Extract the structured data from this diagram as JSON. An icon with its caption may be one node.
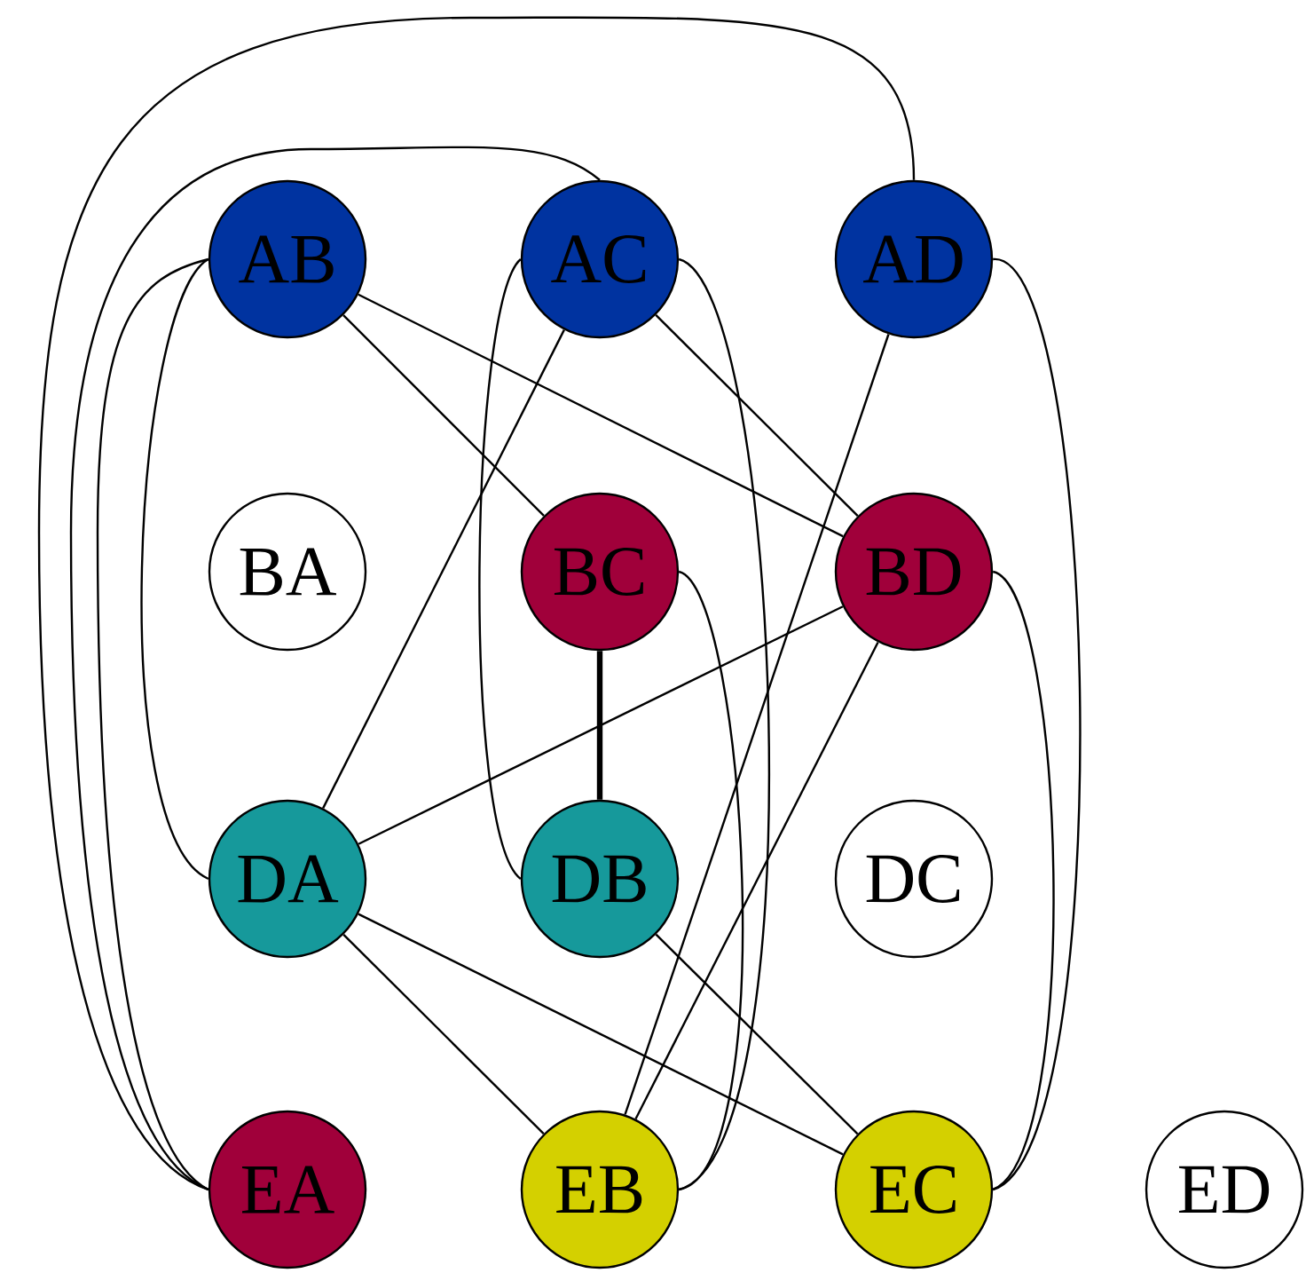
{
  "diagram": {
    "nodes": [
      {
        "text": [
          "AB"
        ]
      },
      {
        "text": [
          "AC"
        ]
      },
      {
        "text": [
          "AD"
        ]
      },
      {
        "text": [
          "BA"
        ]
      },
      {
        "text": [
          "BC"
        ]
      },
      {
        "text": [
          "BD"
        ]
      },
      {
        "text": [
          "DA"
        ]
      },
      {
        "text": [
          "DB"
        ]
      },
      {
        "text": [
          "DC"
        ]
      },
      {
        "text": [
          "EA"
        ]
      },
      {
        "text": [
          "EB"
        ]
      },
      {
        "text": [
          "EC"
        ]
      },
      {
        "text": [
          "ED"
        ]
      }
    ],
    "edges": [
      {
        "from": 2,
        "to": 9,
        "arrow": "none"
      },
      {
        "from": 1,
        "to": 9,
        "arrow": "none"
      },
      {
        "from": 0,
        "to": 9,
        "arrow": "none"
      },
      {
        "from": 0,
        "to": 6,
        "arrow": "none"
      },
      {
        "from": 0,
        "to": 4,
        "arrow": "none"
      },
      {
        "from": 0,
        "to": 5,
        "arrow": "none"
      },
      {
        "from": 1,
        "to": 6,
        "arrow": "none"
      },
      {
        "from": 1,
        "to": 7,
        "arrow": "none"
      },
      {
        "from": 1,
        "to": 10,
        "arrow": "none"
      },
      {
        "from": 1,
        "to": 5,
        "arrow": "none"
      },
      {
        "from": 2,
        "to": 10,
        "arrow": "none"
      },
      {
        "from": 2,
        "to": 11,
        "arrow": "none"
      },
      {
        "from": 4,
        "to": 7,
        "arrow": "none",
        "style": "thick"
      },
      {
        "from": 4,
        "to": 10,
        "arrow": "none"
      },
      {
        "from": 5,
        "to": 6,
        "arrow": "none"
      },
      {
        "from": 5,
        "to": 10,
        "arrow": "none"
      },
      {
        "from": 5,
        "to": 11,
        "arrow": "none"
      },
      {
        "from": 6,
        "to": 10,
        "arrow": "none"
      },
      {
        "from": 6,
        "to": 11,
        "arrow": "none"
      },
      {
        "from": 7,
        "to": 11,
        "arrow": "none"
      }
    ]
  }
}
